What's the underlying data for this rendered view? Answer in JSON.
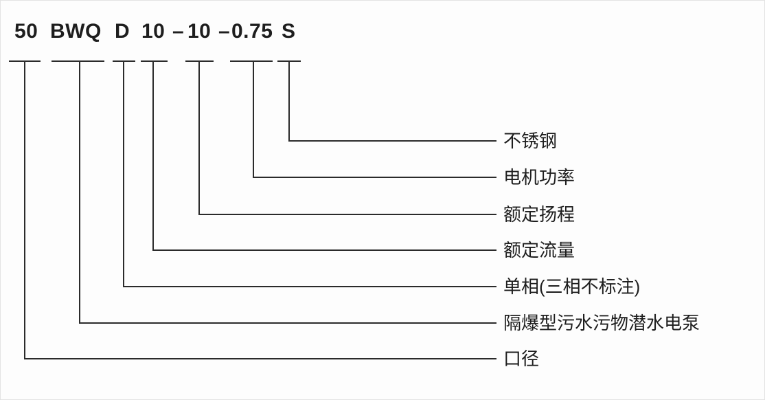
{
  "colors": {
    "line": "#2b2b2b",
    "text": "#1e1e1e",
    "background": "#fdfdfd"
  },
  "model_code": {
    "separator_1": "–",
    "separator_2": "–",
    "segments": [
      {
        "code": "50",
        "meaning": "口径"
      },
      {
        "code": "BWQ",
        "meaning": "隔爆型污水污物潜水电泵"
      },
      {
        "code": "D",
        "meaning": "单相(三相不标注)"
      },
      {
        "code": "10",
        "meaning": "额定流量"
      },
      {
        "code": "10",
        "meaning": "额定扬程"
      },
      {
        "code": "0.75",
        "meaning": "电机功率"
      },
      {
        "code": "S",
        "meaning": "不锈钢"
      }
    ]
  }
}
